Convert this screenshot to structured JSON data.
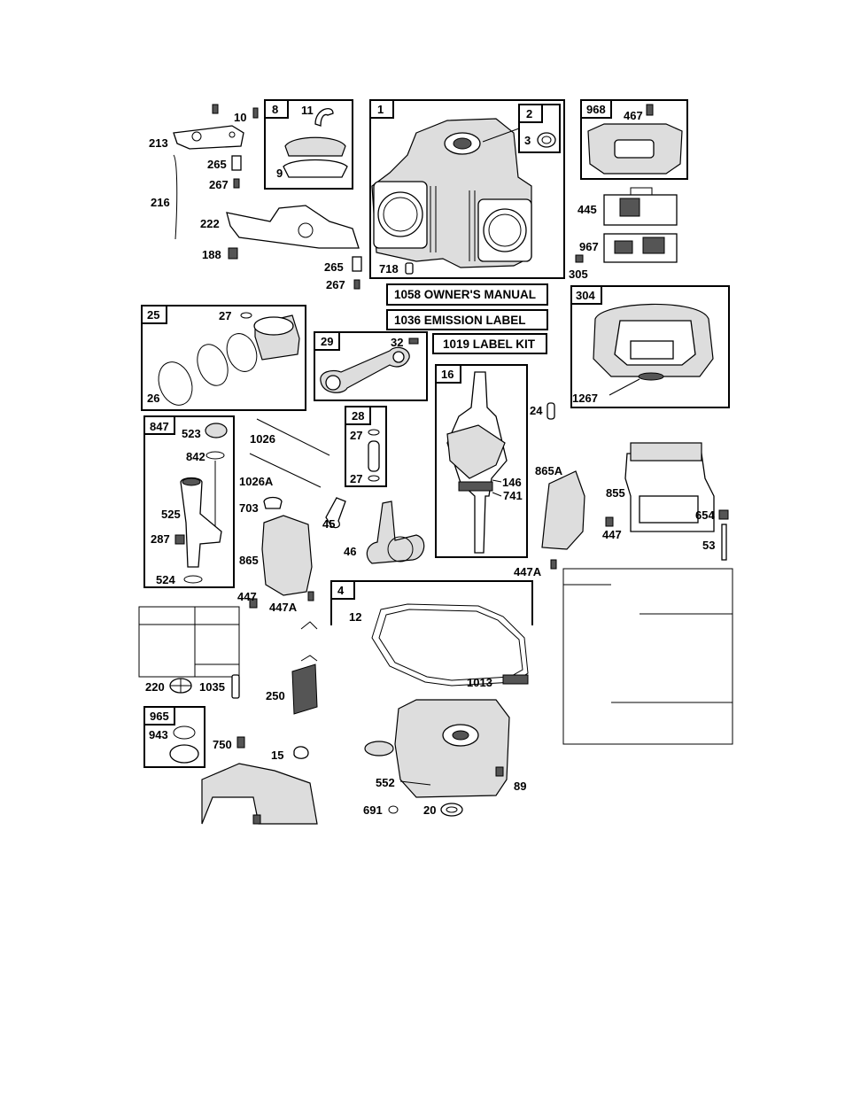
{
  "diagram": {
    "boxes": [
      {
        "id": "8"
      },
      {
        "id": "1"
      },
      {
        "id": "2"
      },
      {
        "id": "968"
      },
      {
        "id": "304"
      },
      {
        "id": "25"
      },
      {
        "id": "29"
      },
      {
        "id": "28"
      },
      {
        "id": "16"
      },
      {
        "id": "847"
      },
      {
        "id": "4"
      },
      {
        "id": "965"
      }
    ],
    "kits": {
      "owners_manual": "1058 OWNER'S MANUAL",
      "emission_label": "1036 EMISSION LABEL",
      "label_kit": "1019 LABEL KIT"
    },
    "labels": {
      "l10": "10",
      "l213": "213",
      "l265a": "265",
      "l267a": "267",
      "l216": "216",
      "l222": "222",
      "l188": "188",
      "l265b": "265",
      "l267b": "267",
      "l11": "11",
      "l9": "9",
      "l3": "3",
      "l718": "718",
      "l467": "467",
      "l445": "445",
      "l967": "967",
      "l305": "305",
      "l27a": "27",
      "l26": "26",
      "l32": "32",
      "l27b": "27",
      "l27c": "27",
      "l24": "24",
      "l146": "146",
      "l741": "741",
      "l1267": "1267",
      "l523": "523",
      "l842": "842",
      "l525": "525",
      "l287": "287",
      "l524": "524",
      "l1026": "1026",
      "l1026A": "1026A",
      "l703": "703",
      "l45": "45",
      "l46": "46",
      "l865": "865",
      "l447a": "447",
      "l447Aa": "447A",
      "l865A": "865A",
      "l855": "855",
      "l447b": "447",
      "l654": "654",
      "l53": "53",
      "l447Ab": "447A",
      "l12": "12",
      "l1013": "1013",
      "l552": "552",
      "l89": "89",
      "l691": "691",
      "l20": "20",
      "l220": "220",
      "l1035": "1035",
      "l250": "250",
      "l943": "943",
      "l750": "750",
      "l15": "15"
    }
  }
}
